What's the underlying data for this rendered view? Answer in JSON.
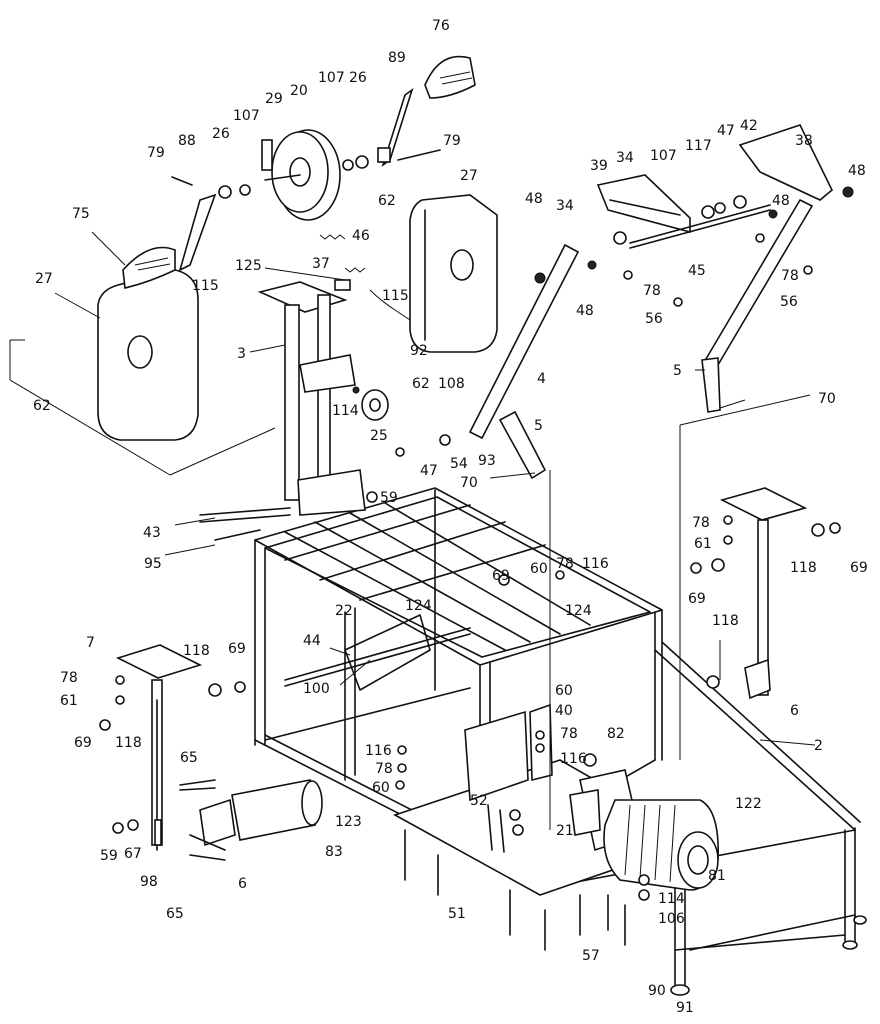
{
  "callouts": {
    "c76": "76",
    "c89": "89",
    "c107a": "107",
    "c26a": "26",
    "c20": "20",
    "c29": "29",
    "c107b": "107",
    "c26b": "26",
    "c88": "88",
    "c79a": "79",
    "c79b": "79",
    "c75": "75",
    "c27a": "27",
    "c27b": "27",
    "c62a": "62",
    "c62b": "62",
    "c62c": "62",
    "c46": "46",
    "c37": "37",
    "c125": "125",
    "c115a": "115",
    "c115b": "115",
    "c3": "3",
    "c92": "92",
    "c108": "108",
    "c114a": "114",
    "c25": "25",
    "c48a": "48",
    "c34a": "34",
    "c39": "39",
    "c34b": "34",
    "c107c": "107",
    "c117": "117",
    "c47a": "47",
    "c42": "42",
    "c38": "38",
    "c48b": "48",
    "c48c": "48",
    "c48d": "48",
    "c45": "45",
    "c78a": "78",
    "c56a": "56",
    "c78b": "78",
    "c56b": "56",
    "c4": "4",
    "c5a": "5",
    "c5b": "5",
    "c70a": "70",
    "c70b": "70",
    "c47b": "47",
    "c54": "54",
    "c93": "93",
    "c59a": "59",
    "c43": "43",
    "c95": "95",
    "c78c": "78",
    "c61a": "61",
    "c118a": "118",
    "c69a": "69",
    "c69b": "69",
    "c118b": "118",
    "c6a": "6",
    "c2": "2",
    "c22": "22",
    "c124a": "124",
    "c69c": "69",
    "c60a": "60",
    "c78d": "78",
    "c116a": "116",
    "c124b": "124",
    "c44": "44",
    "c100": "100",
    "c7": "7",
    "c78e": "78",
    "c61b": "61",
    "c118c": "118",
    "c69d": "69",
    "c69e": "69",
    "c118d": "118",
    "c60b": "60",
    "c40": "40",
    "c78f": "78",
    "c82": "82",
    "c116b": "116",
    "c116c": "116",
    "c78g": "78",
    "c60c": "60",
    "c122": "122",
    "c65a": "65",
    "c52": "52",
    "c21": "21",
    "c123": "123",
    "c83": "83",
    "c59b": "59",
    "c67": "67",
    "c6b": "6",
    "c98": "98",
    "c65b": "65",
    "c81": "81",
    "c114b": "114",
    "c106": "106",
    "c51": "51",
    "c57": "57",
    "c90": "90",
    "c91": "91"
  },
  "colors": {
    "ink": "#111111",
    "paper": "#ffffff"
  }
}
